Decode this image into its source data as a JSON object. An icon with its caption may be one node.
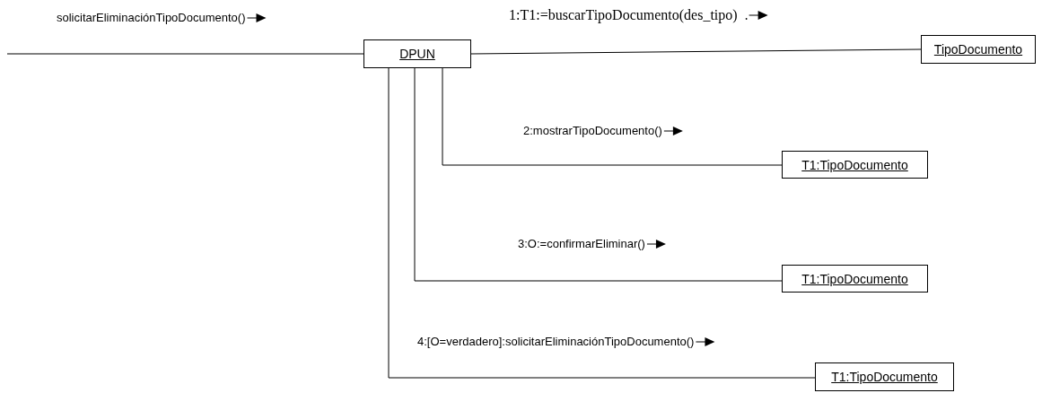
{
  "diagram": {
    "nodes": [
      {
        "text": [
          "DPUN"
        ]
      },
      {
        "text": [
          "TipoDocumento"
        ]
      },
      {
        "text": [
          "T1:TipoDocumento"
        ]
      },
      {
        "text": [
          "T1:TipoDocumento"
        ]
      },
      {
        "text": [
          "T1:TipoDocumento"
        ]
      }
    ],
    "edges": [
      {
        "from": null,
        "to": 0,
        "arrow": "none",
        "label": "solicitarEliminaciónTipoDocumento()"
      },
      {
        "from": 0,
        "to": 1,
        "arrow": "none",
        "label": "1:T1:=buscarTipoDocumento(des_tipo)"
      },
      {
        "from": 0,
        "to": 2,
        "arrow": "none",
        "label": "2:mostrarTipoDocumento()"
      },
      {
        "from": 0,
        "to": 3,
        "arrow": "none",
        "label": "3:O:=confirmarEliminar()"
      },
      {
        "from": 0,
        "to": 4,
        "arrow": "none",
        "label": "4:[O=verdadero]:solicitarEliminaciónTipoDocumento()"
      }
    ]
  }
}
